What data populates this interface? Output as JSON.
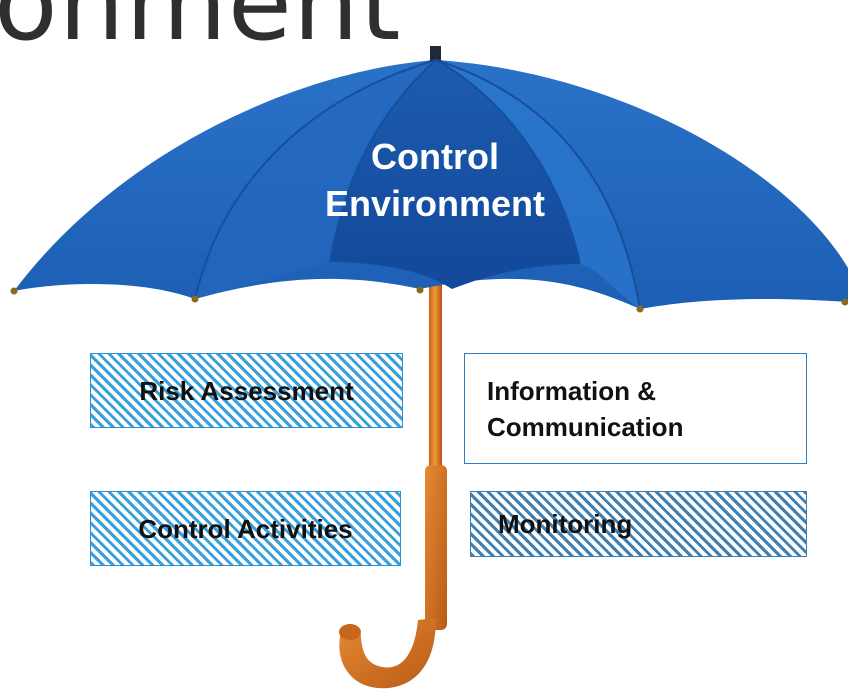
{
  "title_fragment": "onment",
  "canopy": {
    "line1": "Control",
    "line2": "Environment"
  },
  "components": {
    "risk_assessment": "Risk Assessment",
    "information_line1": "Information &",
    "information_line2": "Communication",
    "control_activities": "Control Activities",
    "monitoring": "Monitoring"
  },
  "colors": {
    "canopy_blue": "#1f63b8",
    "handle_orange": "#d8751f",
    "hatch_blue": "#3aa0dc",
    "box_border": "#2e7fc1"
  }
}
